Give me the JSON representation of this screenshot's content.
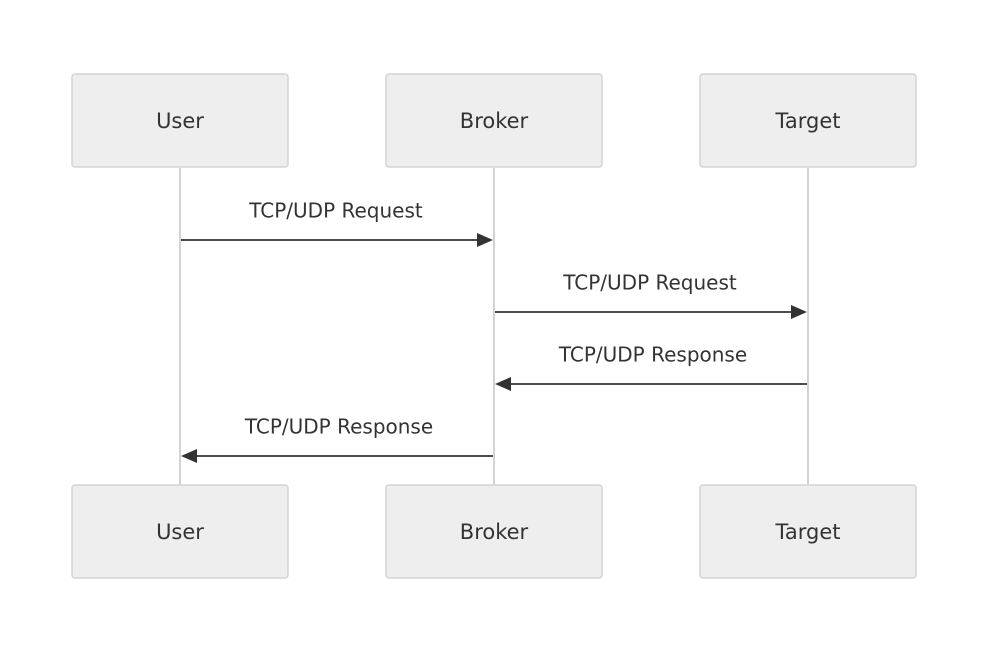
{
  "participants": [
    {
      "id": "user",
      "label": "User"
    },
    {
      "id": "broker",
      "label": "Broker"
    },
    {
      "id": "target",
      "label": "Target"
    }
  ],
  "messages": [
    {
      "from": "user",
      "to": "broker",
      "label": "TCP/UDP Request"
    },
    {
      "from": "broker",
      "to": "target",
      "label": "TCP/UDP Request"
    },
    {
      "from": "target",
      "to": "broker",
      "label": "TCP/UDP Response"
    },
    {
      "from": "broker",
      "to": "user",
      "label": "TCP/UDP Response"
    }
  ],
  "colors": {
    "actor_fill": "#eeeeee",
    "actor_stroke": "#d3d3d3",
    "lifeline": "#d3d3d3",
    "arrow": "#333333",
    "text": "#333333"
  }
}
